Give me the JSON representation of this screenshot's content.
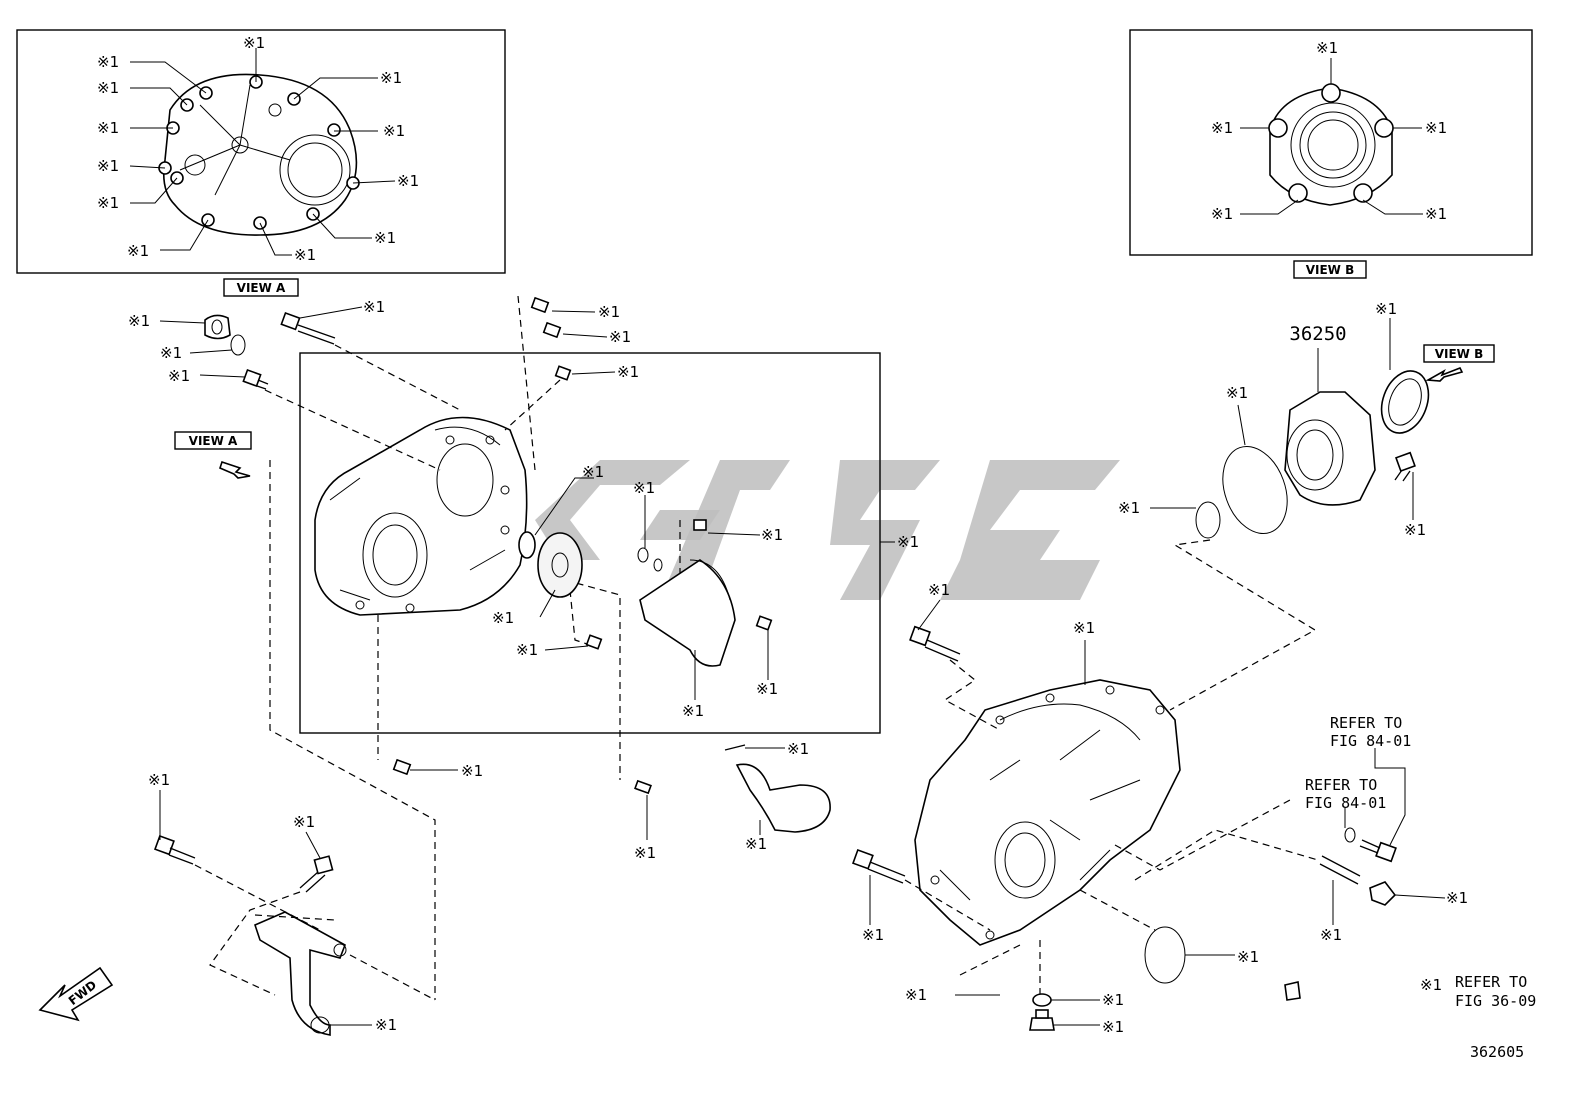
{
  "callout": "※1",
  "tags": {
    "view_a": "VIEW A",
    "view_b": "VIEW B"
  },
  "part_numbers": {
    "main": "36250"
  },
  "refer_notes": {
    "ref_upper_line1": "REFER TO",
    "ref_upper_line2": "FIG 84-01",
    "ref_lower_line1": "REFER TO",
    "ref_lower_line2": "FIG 84-01",
    "legend_symbol": "※1",
    "legend_line1": "REFER TO",
    "legend_line2": "FIG 36-09"
  },
  "fwd": "FWD",
  "diagram_id": "362605"
}
